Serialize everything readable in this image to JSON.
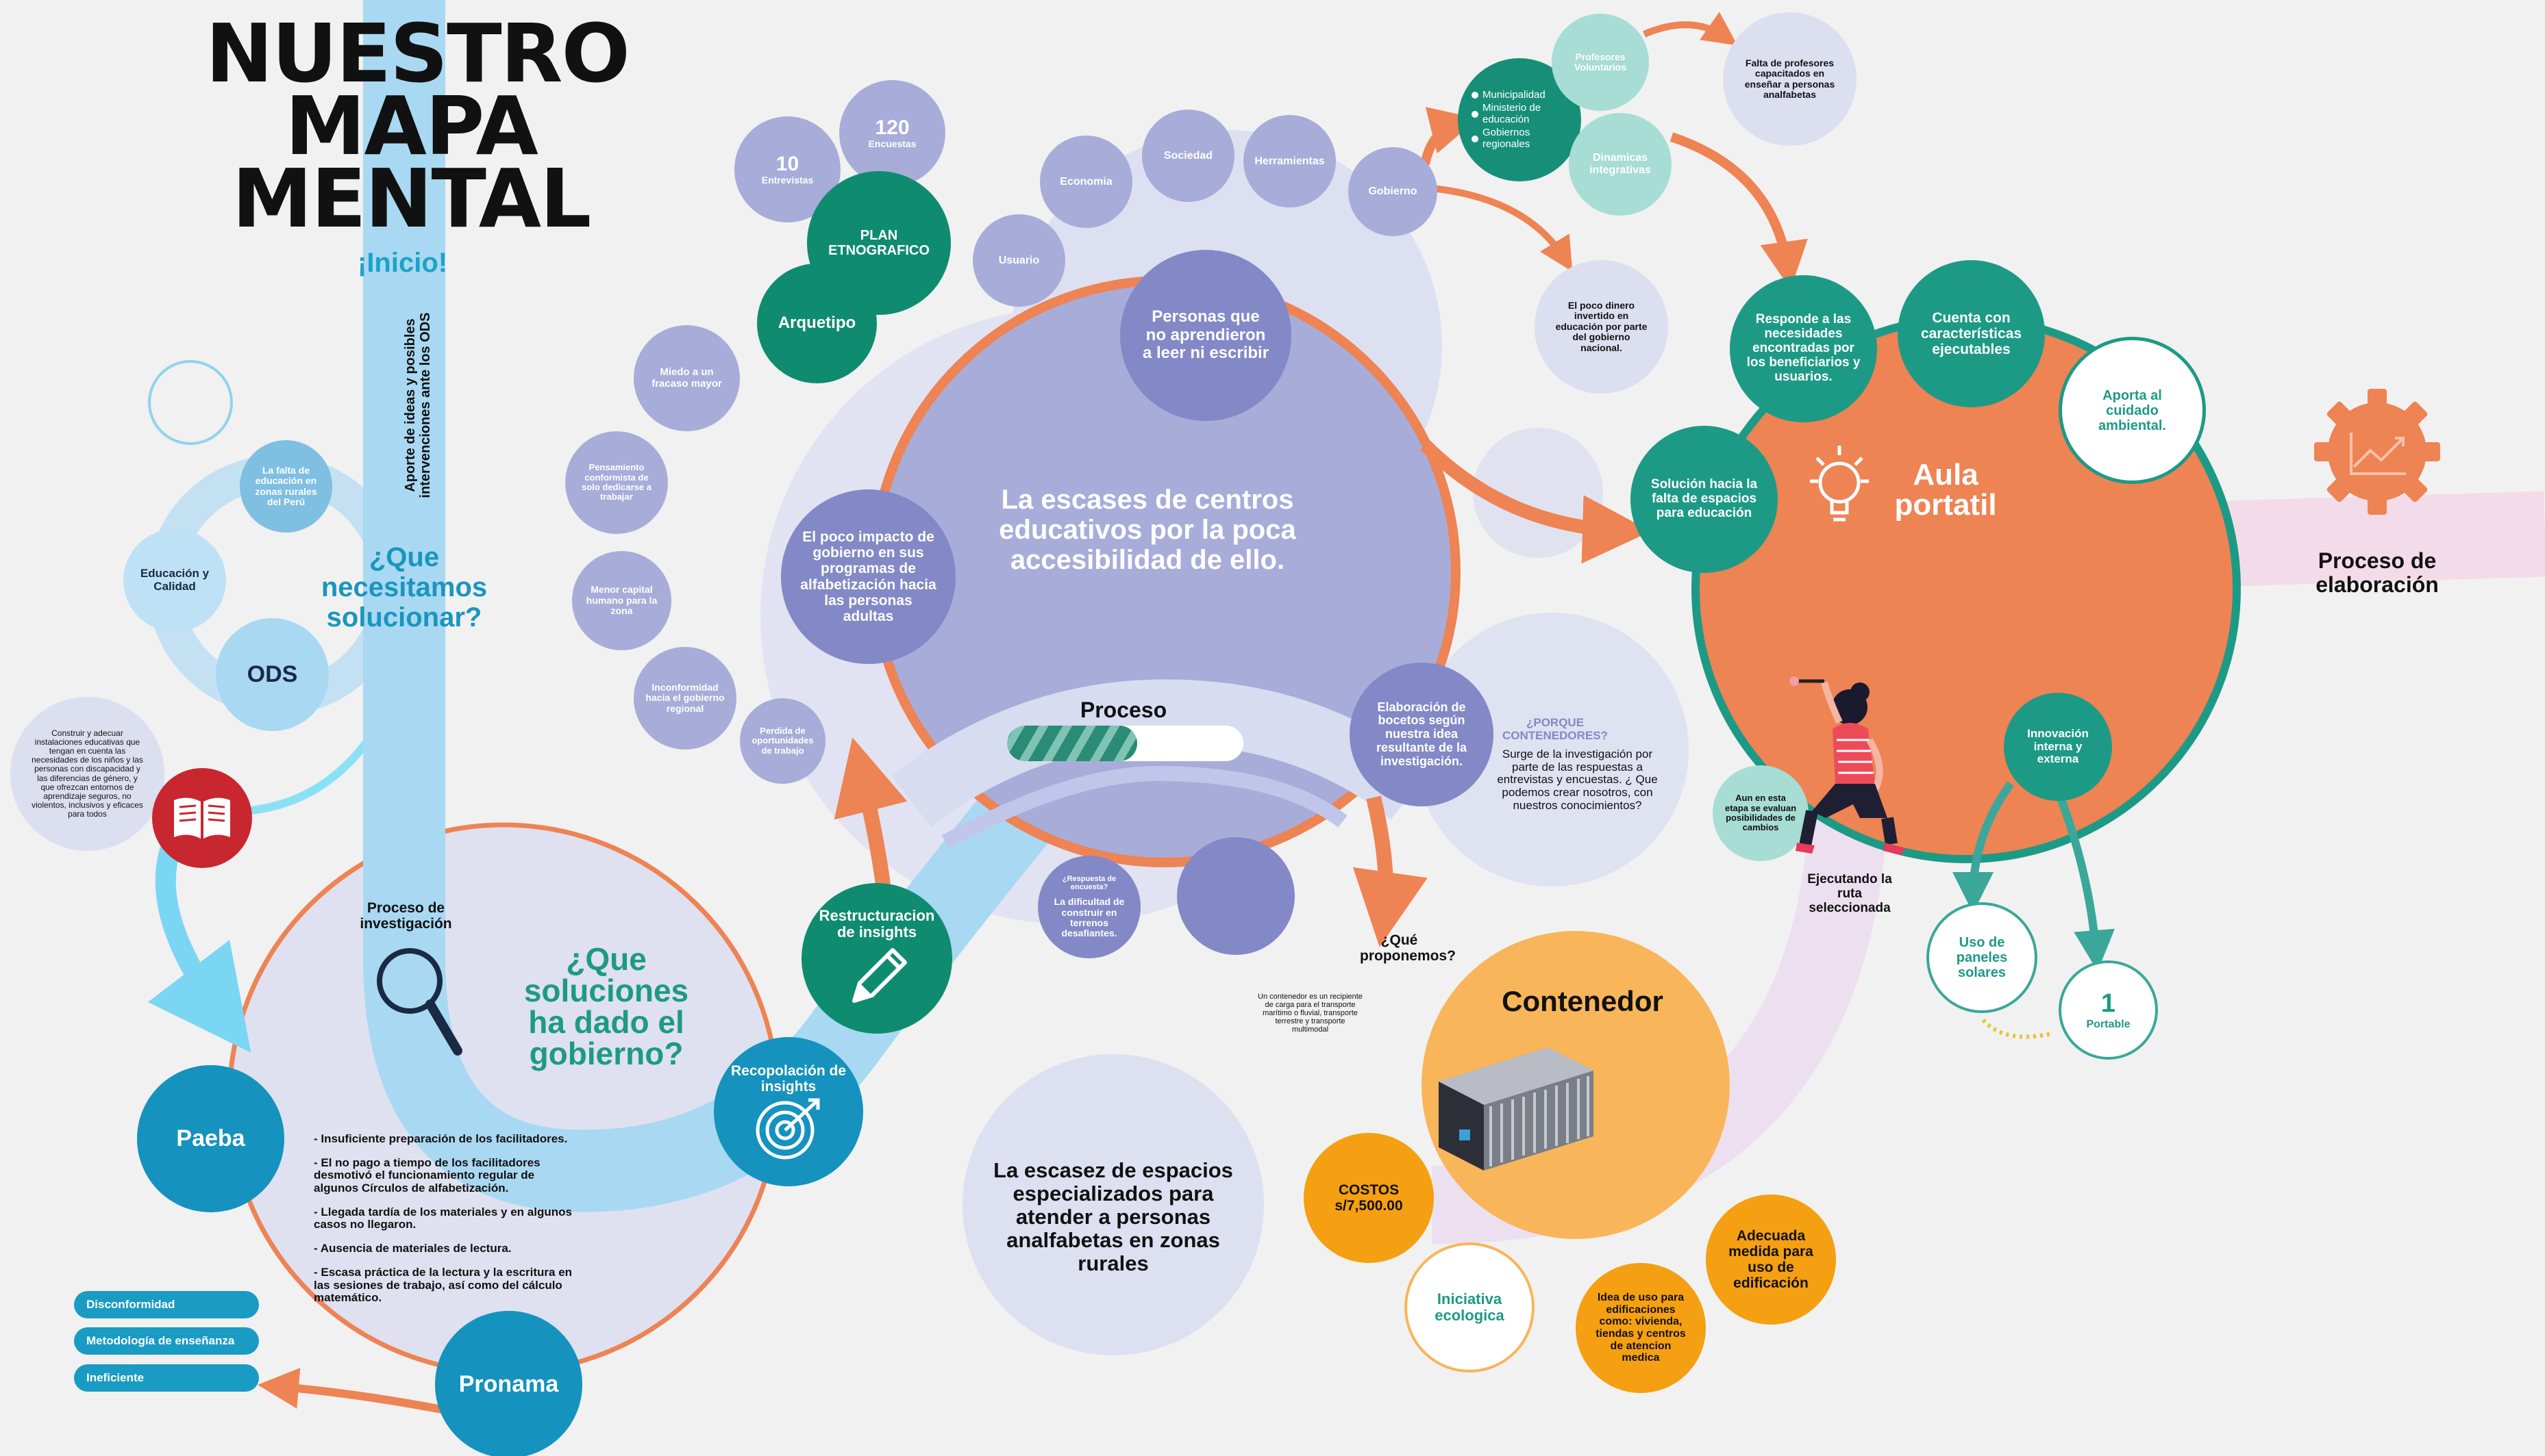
{
  "title": {
    "line1": "NUESTRO",
    "line2": "MAPA",
    "line3": "MENTAL"
  },
  "start_label": "¡Inicio!",
  "vertical_note": "Aporte de ideas y posibles intervenciones ante los ODS",
  "left_cluster": {
    "falta_educacion": "La falta de educación en zonas rurales del Perú",
    "educacion_calidad": "Educación y Calidad",
    "ods": "ODS",
    "question": "¿Que necesitamos solucionar?",
    "construir_note": "Construir y adecuar instalaciones educativas que tengan en cuenta las necesidades de los niños y las personas con discapacidad y las diferencias de género, y que ofrezcan entornos de aprendizaje seguros, no violentos, inclusivos y eficaces para todos"
  },
  "gov_section": {
    "proceso_investigacion": "Proceso de investigación",
    "question": "¿Que soluciones ha dado el gobierno?",
    "paeba": "Paeba",
    "pronama": "Pronama",
    "bullets": [
      "- Insuficiente preparación de los facilitadores.",
      "- El no pago a tiempo de los facilitadores desmotivó el funcionamiento regular de algunos Círculos de alfabetización.",
      "- Llegada tardía de los materiales y en algunos casos no llegaron.",
      "- Ausencia de materiales de lectura.",
      "- Escasa práctica de la lectura y la escritura en las sesiones de trabajo, así como del cálculo matemático."
    ],
    "tags": [
      "Disconformidad",
      "Metodología de enseñanza",
      "Ineficiente"
    ]
  },
  "research": {
    "entrevistas_num": "10",
    "entrevistas_label": "Entrevistas",
    "encuestas_num": "120",
    "encuestas_label": "Encuestas",
    "plan": "PLAN ETNOGRAFICO",
    "arquetipo": "Arquetipo",
    "usuario": "Usuario",
    "economia": "Economia",
    "sociedad": "Sociedad",
    "herramientas": "Herramientas",
    "gobierno": "Gobierno"
  },
  "insights_left": {
    "miedo": "Miedo a un fracaso mayor",
    "pensamiento": "Pensamiento conformista de solo dedicarse a trabajar",
    "menor_capital": "Menor capital humano para la zona",
    "inconformidad": "Inconformidad hacia el gobierno regional",
    "perdida": "Perdida de oportunidades de trabajo"
  },
  "problem": {
    "main": "La escases de centros educativos por la poca accesibilidad de ello.",
    "personas": "Personas que no aprendieron a leer ni escribir",
    "impacto": "El poco impacto de gobierno en sus programas de alfabetización hacia las personas adultas",
    "proceso": "Proceso",
    "progress": 0.55,
    "respuesta_title": "¿Respuesta de encuesta?",
    "respuesta_body": "La dificultad de construir en terrenos desafiantes.",
    "restructuracion": "Restructuracion de insights",
    "recopilacion": "Recopolación de insights",
    "elaboracion": "Elaboración de bocetos según nuestra idea resultante de la investigación."
  },
  "gov_branch": {
    "list": [
      "Municipalidad",
      "Ministerio de educación",
      "Gobiernos regionales"
    ],
    "profesores": "Profesores Voluntarios",
    "dinamicas": "Dinamicas integrativas",
    "falta_profesores": "Falta de profesores capacitados en enseñar a personas analfabetas",
    "poco_dinero": "El poco dinero invertido en educación por parte del gobierno nacional."
  },
  "aula": {
    "title": "Aula portatil",
    "responde": "Responde a las necesidades encontradas por los beneficiarios y usuarios.",
    "cuenta": "Cuenta con características ejecutables",
    "aporta": "Aporta al cuidado ambiental.",
    "solucion": "Solución hacia la falta de espacios para educación",
    "innovacion": "Innovación interna y externa",
    "paneles": "Uso de paneles solares",
    "portable_num": "1",
    "portable": "Portable",
    "aun": "Aun en esta etapa se evaluan posibilidades de cambios",
    "ejecutando": "Ejecutando la ruta seleccionada",
    "proceso_elaboracion": "Proceso de elaboración"
  },
  "porque": {
    "title": "¿PORQUE CONTENEDORES?",
    "body": "Surge de la investigación por parte de las respuestas a entrevistas y encuestas. ¿ Que podemos crear nosotros, con nuestros conocimientos?"
  },
  "contenedor": {
    "que_proponemos": "¿Qué proponemos?",
    "definicion": "Un contenedor es un recipiente de carga para el transporte marítimo o fluvial, transporte terrestre y transporte multimodal",
    "title": "Contenedor",
    "costos": "COSTOS s/7,500.00",
    "iniciativa": "Iniciativa ecologica",
    "idea_uso": "Idea de uso para edificaciones como: vivienda, tiendas y centros de atencion medica",
    "adecuada": "Adecuada medida para uso de edificación"
  },
  "bottom_center": "La escasez de espacios especializados para atender a personas analfabetas en zonas rurales",
  "icons": [
    "magnifier-icon",
    "book-icon",
    "pencil-icon",
    "target-icon",
    "lightbulb-icon",
    "gear-chart-icon",
    "container-icon",
    "person-illustration"
  ],
  "colors": {
    "lavender": "#a8acd9",
    "light_lavender": "#dcdff0",
    "dark_periwinkle": "#8388c6",
    "teal": "#1d9a86",
    "dark_teal": "#0f8c6f",
    "orange": "#ee8353",
    "yellow_orange": "#f5a43a",
    "blue": "#1592be",
    "sky_blue": "#a9d8f2",
    "pink_band": "#f3dbe9",
    "red": "#c8272f"
  }
}
